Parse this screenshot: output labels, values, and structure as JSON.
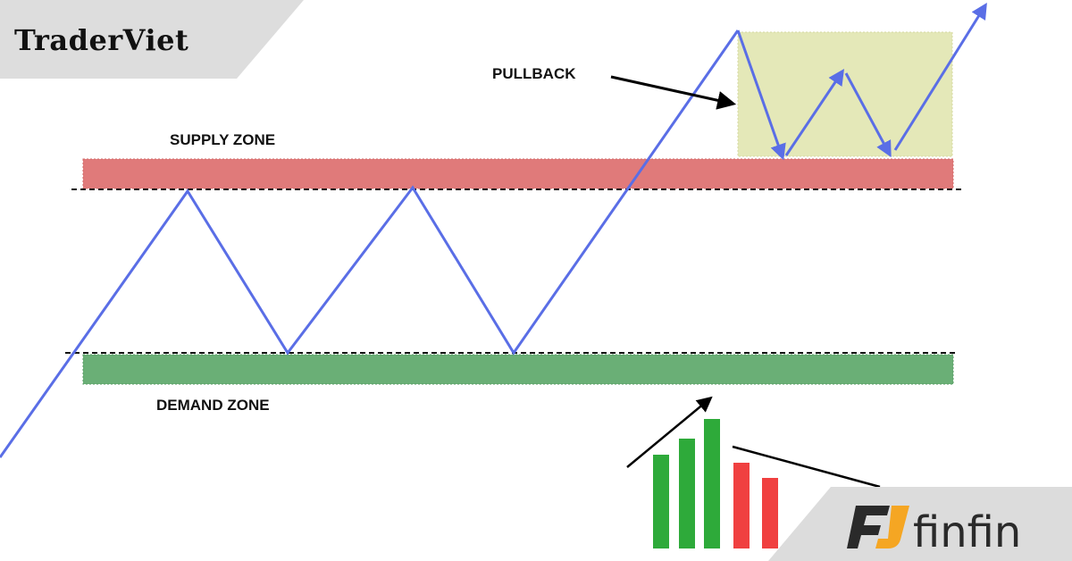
{
  "brand": {
    "name": "TraderViet"
  },
  "labels": {
    "supply_zone": "SUPPLY ZONE",
    "demand_zone": "DEMAND ZONE",
    "pullback": "PULLBACK"
  },
  "watermark": {
    "name": "finfin",
    "logo_icon": "finfin-logo-icon"
  },
  "colors": {
    "supply_zone": "#e07a7a",
    "demand_zone": "#6aaf76",
    "pullback_box": "#e4e8b8",
    "price_line": "#5a6ee6",
    "bull_bar": "#2eaa3a",
    "bear_bar": "#f04040",
    "logo_orange": "#f5a623"
  },
  "icons": [
    "pullback-arrow-icon",
    "uptrend-arrow-icon",
    "price-arrow-icon"
  ]
}
